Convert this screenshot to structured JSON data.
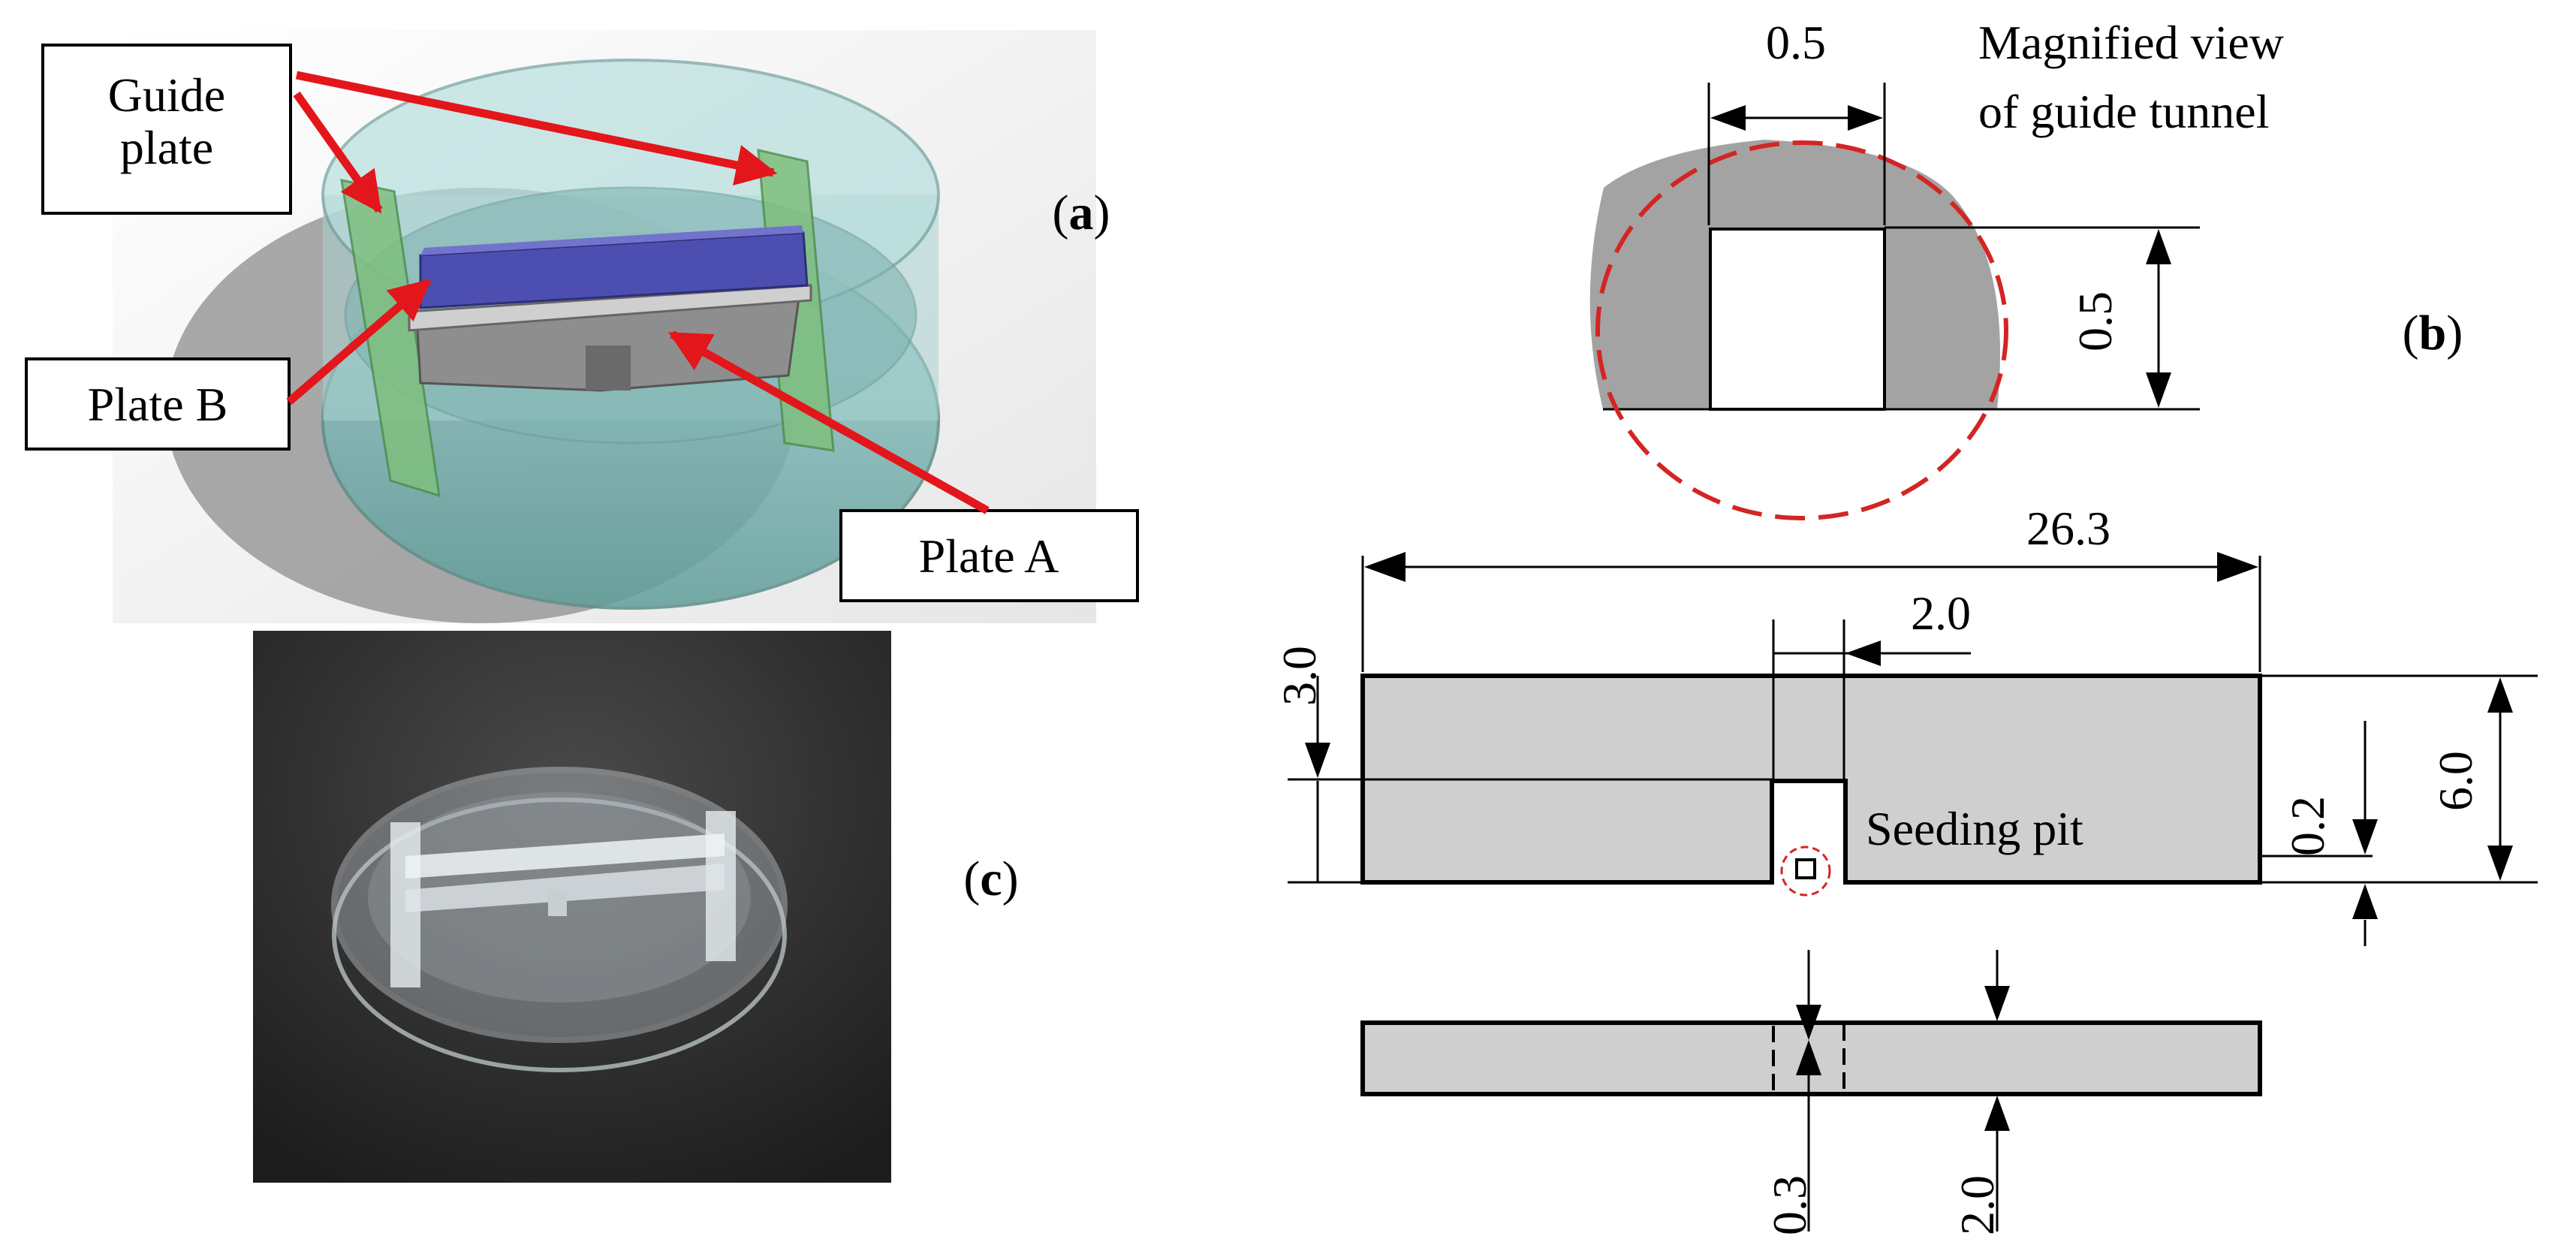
{
  "panel_a": {
    "label": "a",
    "callouts": {
      "guide_plate_line1": "Guide",
      "guide_plate_line2": "plate",
      "plate_b": "Plate B",
      "plate_a": "Plate A"
    }
  },
  "panel_b": {
    "label": "b",
    "magnified_title_line1": "Magnified view",
    "magnified_title_line2": "of guide tunnel",
    "tunnel_width": "0.5",
    "tunnel_height": "0.5",
    "plate_length": "26.3",
    "pit_width": "2.0",
    "pit_depth": "3.0",
    "tunnel_offset": "0.2",
    "plate_height": "6.0",
    "seeding_pit_label": "Seeding pit",
    "tunnel_thickness": "0.3",
    "plate_thickness": "2.0"
  },
  "panel_c": {
    "label": "c"
  },
  "colors": {
    "callout_arrow": "#e3161c",
    "magnified_circle": "#d42525",
    "drawing_fill": "#cfcfcf",
    "magnified_fill": "#a3a3a3",
    "plate_b_blue": "#4d4fb0",
    "guide_green": "#7fbf7f",
    "dish_teal": "#86b9b5",
    "photo_background": "#2e2e2e"
  }
}
